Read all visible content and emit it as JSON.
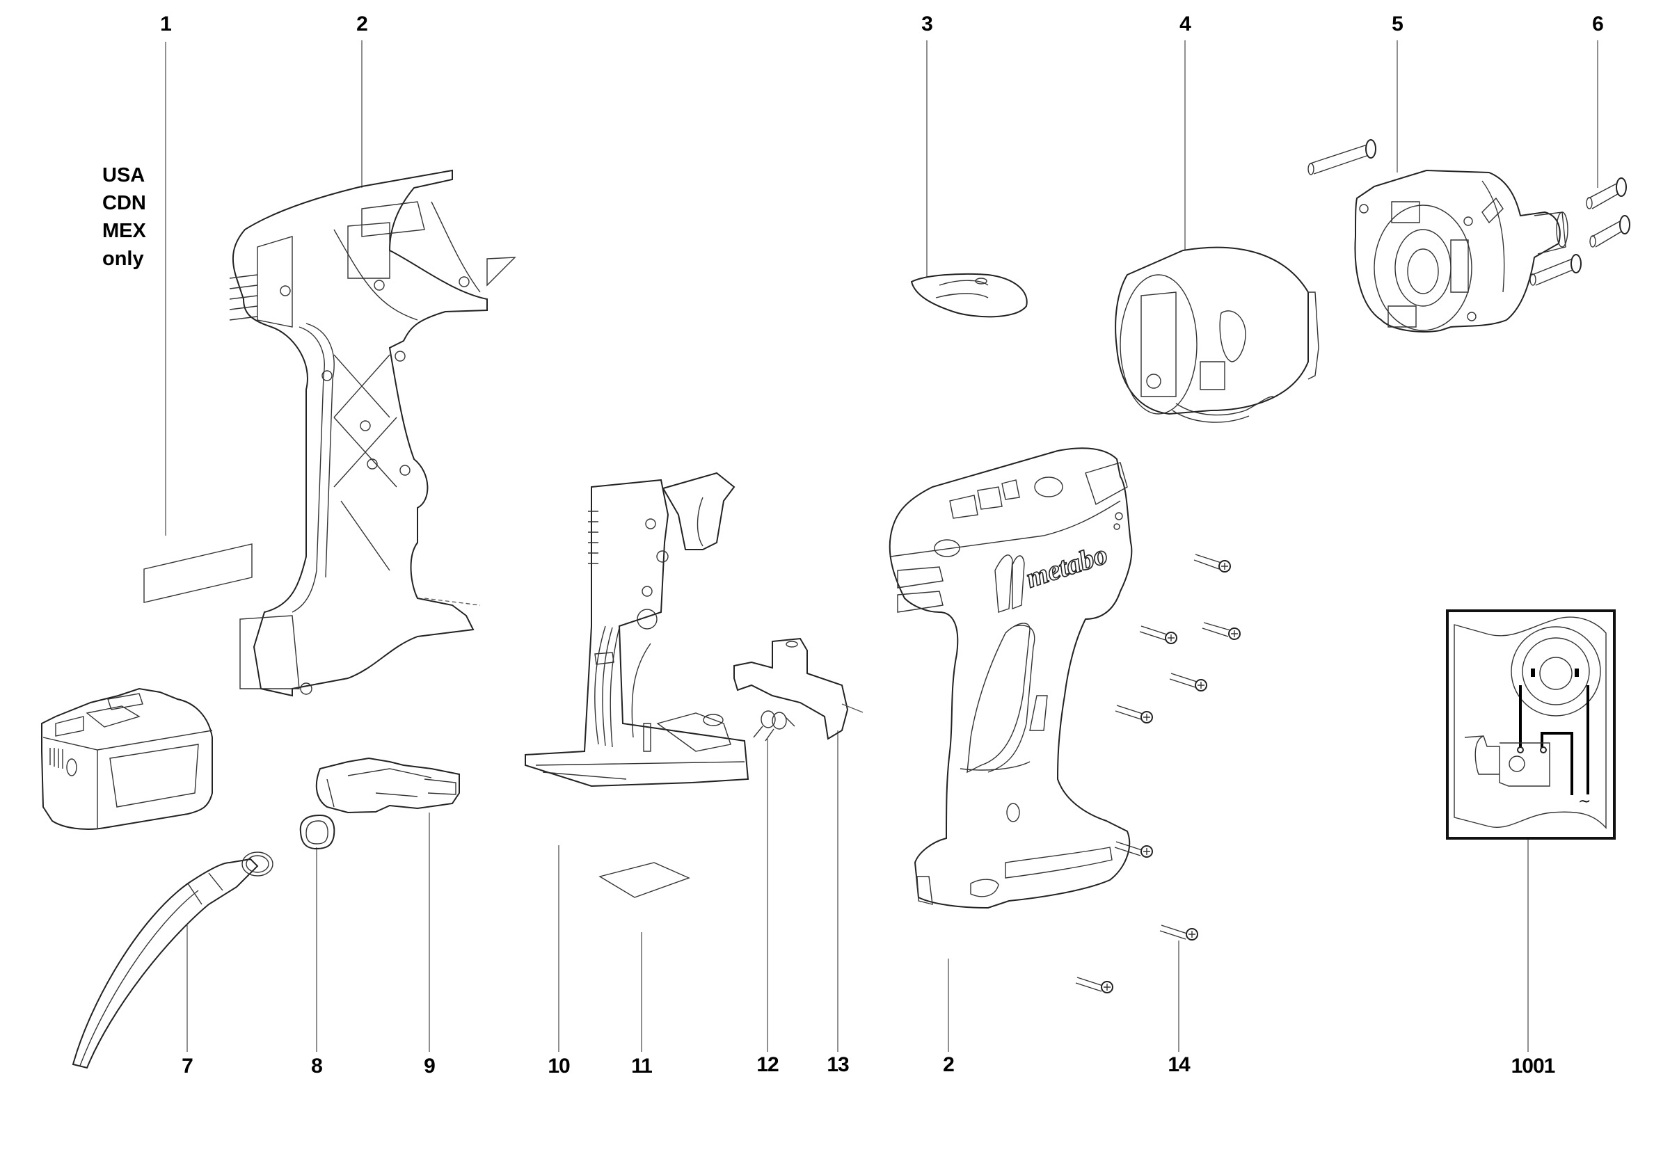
{
  "diagram": {
    "type": "exploded-parts-diagram",
    "region_note": [
      "USA",
      "CDN",
      "MEX",
      "only"
    ],
    "brand_logo": "metabo",
    "part_labels_top": [
      {
        "id": "1",
        "part": "label-sticker"
      },
      {
        "id": "2",
        "part": "housing-left-shell"
      },
      {
        "id": "3",
        "part": "direction-slider"
      },
      {
        "id": "4",
        "part": "motor"
      },
      {
        "id": "5",
        "part": "gearbox"
      },
      {
        "id": "6",
        "part": "gearbox-screws"
      }
    ],
    "part_labels_bottom": [
      {
        "id": "7",
        "part": "lanyard-strap"
      },
      {
        "id": "8",
        "part": "grommet"
      },
      {
        "id": "9",
        "part": "battery-latch"
      },
      {
        "id": "10",
        "part": "switch-module"
      },
      {
        "id": "11",
        "part": "insulating-sheet"
      },
      {
        "id": "12",
        "part": "torsion-spring"
      },
      {
        "id": "13",
        "part": "switch-lever"
      },
      {
        "id": "2",
        "part": "housing-right-shell"
      },
      {
        "id": "14",
        "part": "housing-screws"
      },
      {
        "id": "1001",
        "part": "wiring-diagram"
      }
    ],
    "wiring_symbol": "~"
  }
}
